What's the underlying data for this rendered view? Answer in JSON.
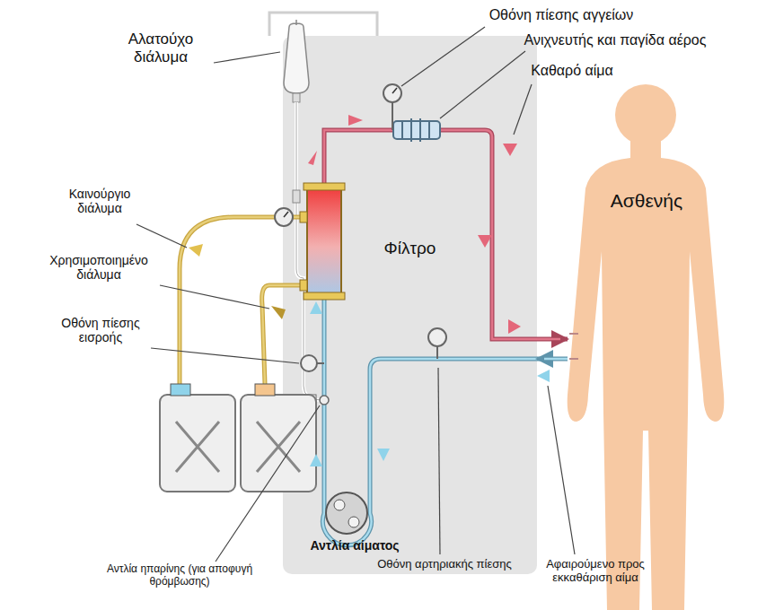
{
  "diagram": {
    "nodes": [
      {
        "text": [
          "Φίλτρο"
        ]
      },
      {
        "text": [
          "Ασθενής"
        ]
      }
    ],
    "edges": [
      {
        "from": 1,
        "to": 0,
        "arrow": "to"
      },
      {
        "from": 0,
        "to": 1,
        "arrow": "to"
      }
    ],
    "labels": [
      "Οθόνη πίεσης αγγείων",
      "Ανιχνευτής και παγίδα αέρος",
      "Καθαρό αίμα",
      "Αλατούχο διάλυμα",
      "Καινούργιο διάλυμα",
      "Χρησιμοποιημένο διάλυμα",
      "Οθόνη πίεσης εισροής",
      "Αντλία αίματος",
      "Αντλία ηπαρίνης (για αποφυγή θρόμβωσης)",
      "Οθόνη αρτηριακής πίεσης",
      "Αφαιρούμενο προς εκκαθάριση αίμα"
    ]
  }
}
